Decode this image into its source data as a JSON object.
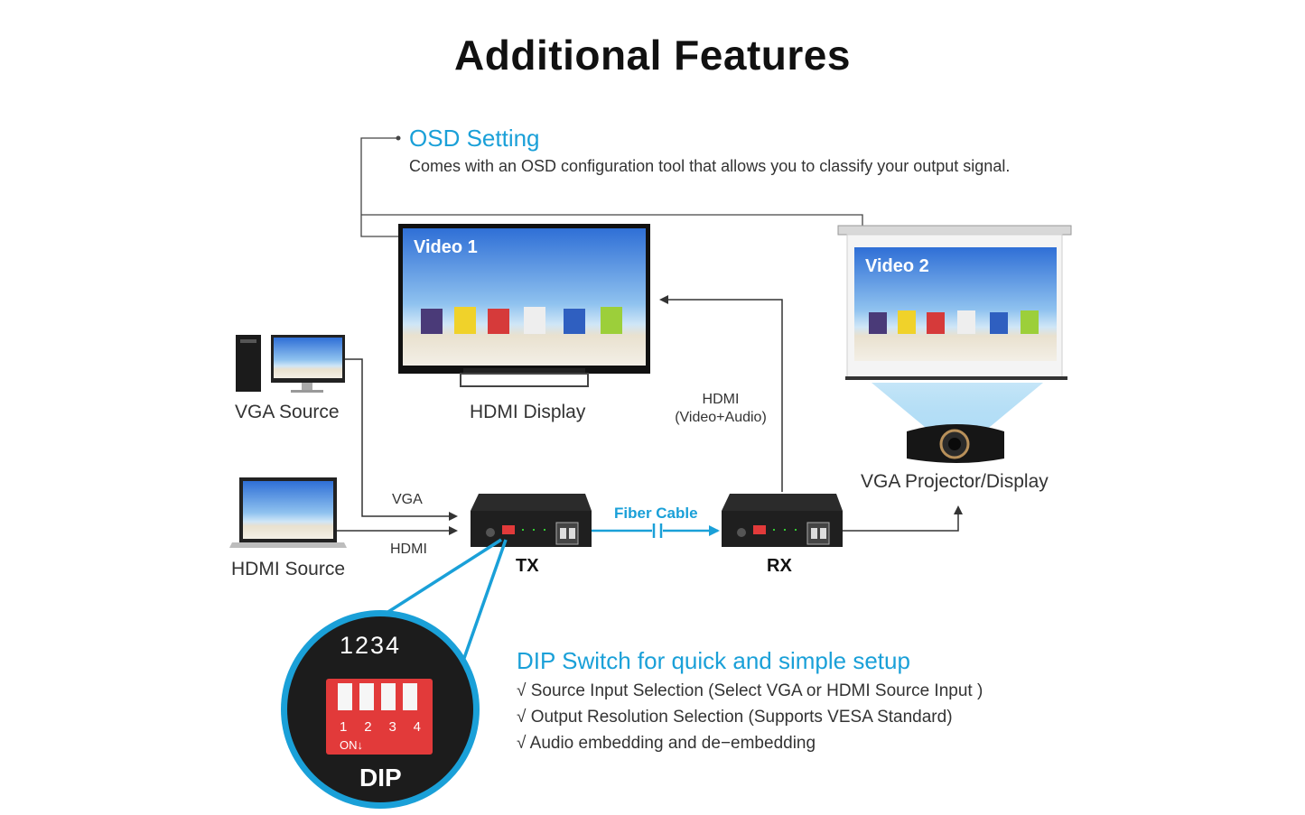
{
  "title": "Additional Features",
  "osd": {
    "heading": "OSD Setting",
    "description": "Comes with an OSD configuration tool that allows you to classify your output signal."
  },
  "displays": {
    "hdmi_display_screen": "Video 1",
    "hdmi_display_label": "HDMI Display",
    "projector_screen": "Video 2",
    "projector_label": "VGA Projector/Display"
  },
  "sources": {
    "vga_label": "VGA Source",
    "hdmi_label": "HDMI Source"
  },
  "links": {
    "vga": "VGA",
    "hdmi": "HDMI",
    "fiber": "Fiber Cable",
    "rx_out_line1": "HDMI",
    "rx_out_line2": "(Video+Audio)"
  },
  "devices": {
    "tx": "TX",
    "rx": "RX"
  },
  "dip_zoom": {
    "numbers_top": "1234",
    "numbers_bottom": [
      "1",
      "2",
      "3",
      "4"
    ],
    "on_text": "ON↓",
    "label": "DIP"
  },
  "dip_feature": {
    "heading": "DIP Switch for quick and simple setup",
    "items": [
      "√ Source Input Selection (Select VGA or HDMI Source Input )",
      "√ Output Resolution Selection (Supports VESA Standard)",
      "√ Audio embedding and de−embedding"
    ]
  },
  "colors": {
    "accent": "#1aa0d8",
    "line": "#333333",
    "device": "#1f1f1f",
    "dip_red": "#e23a3a"
  }
}
